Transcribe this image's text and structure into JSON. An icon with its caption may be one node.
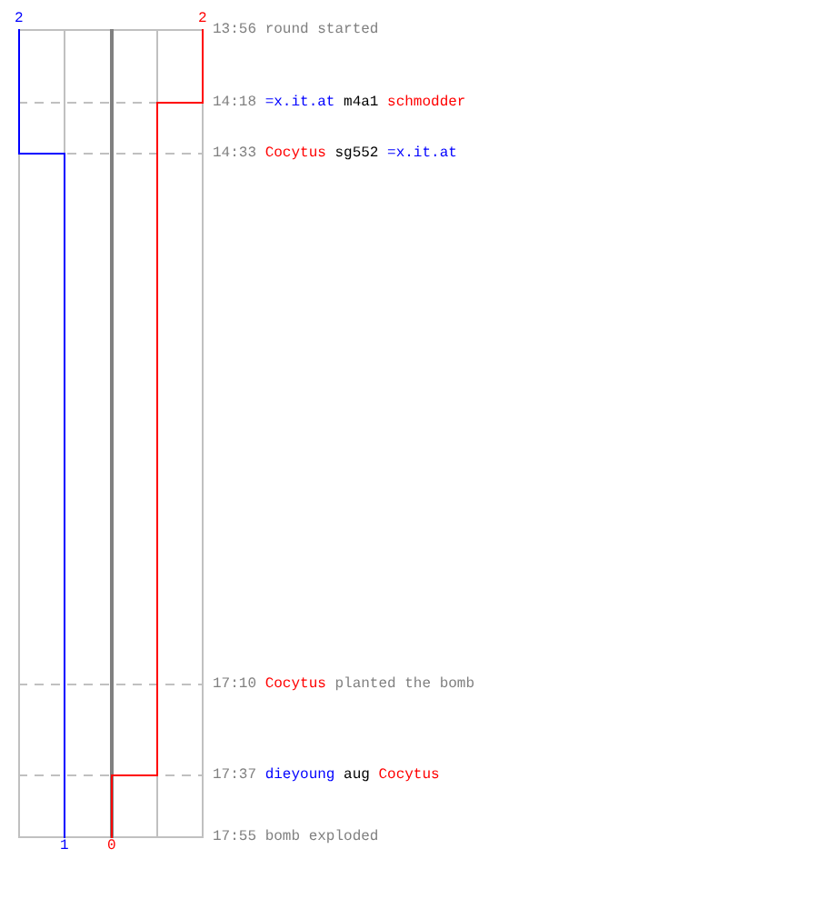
{
  "diagram": {
    "labels": [
      "2",
      "2",
      "13:56",
      "round started",
      "14:18",
      "=x.it.at",
      "m4a1",
      "schmodder",
      "14:33",
      "Cocytus",
      "sg552",
      "=x.it.at",
      "17:10",
      "Cocytus",
      "planted the bomb",
      "17:37",
      "dieyoung",
      "aug",
      "Cocytus",
      "17:55",
      "bomb exploded",
      "1",
      "0"
    ]
  }
}
